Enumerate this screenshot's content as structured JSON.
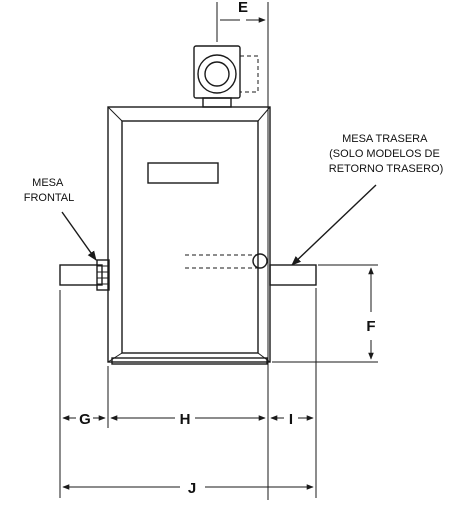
{
  "labels": {
    "rear_table": [
      "MESA TRASERA",
      "(SOLO MODELOS DE",
      "RETORNO TRASERO)"
    ],
    "front_table": [
      "MESA",
      "FRONTAL"
    ]
  },
  "dimensions": {
    "e": "E",
    "f": "F",
    "g": "G",
    "h": "H",
    "i": "I",
    "j": "J"
  }
}
